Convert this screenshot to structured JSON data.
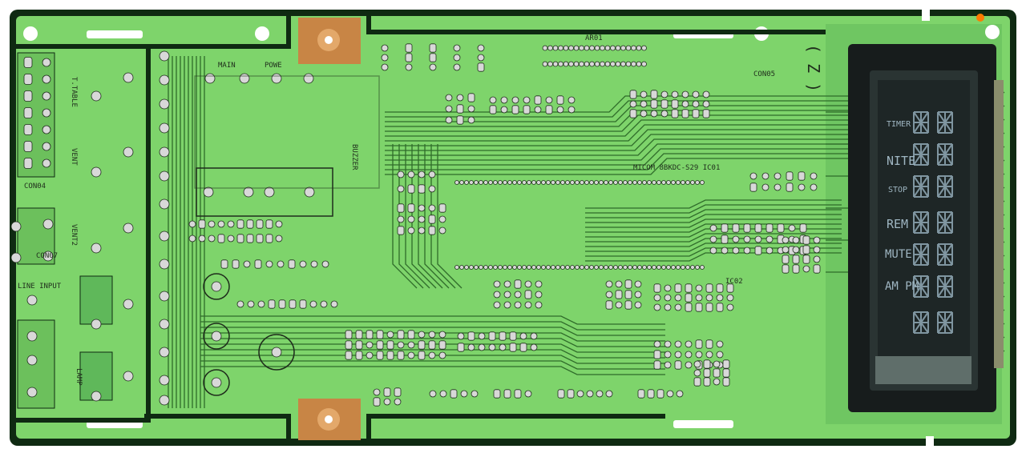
{
  "image": {
    "subject": "Microwave control board (component side, solder view)",
    "colors": {
      "pcb": "#7ed46b",
      "pcb_edge": "#0f2a12",
      "trace": "#2f6b2a",
      "pad": "#d8d8d8",
      "copper": "#d99a55",
      "vfd_body": "#171c1c",
      "vfd_glass": "#2a3433"
    }
  },
  "labels": {
    "main": "MAIN",
    "power": "POWE",
    "ttable": "T.TABLE",
    "vent": "VENT",
    "vent2": "VENT2",
    "con04": "CON04",
    "con05": "CON05",
    "con07": "CON07",
    "line_input": "LINE INPUT",
    "lamp": "LAMP",
    "buzzer": "BUZZER",
    "micom": "MICOM 8BKDC-S29 IC01",
    "ic02": "IC02",
    "ar01": "AR01",
    "board_mark": "( Z )"
  },
  "display": {
    "timer": "TIMER",
    "nite": "NITE",
    "stop": "STOP",
    "rem": "REM",
    "mute": "MUTE",
    "ampm": "AM PM"
  }
}
